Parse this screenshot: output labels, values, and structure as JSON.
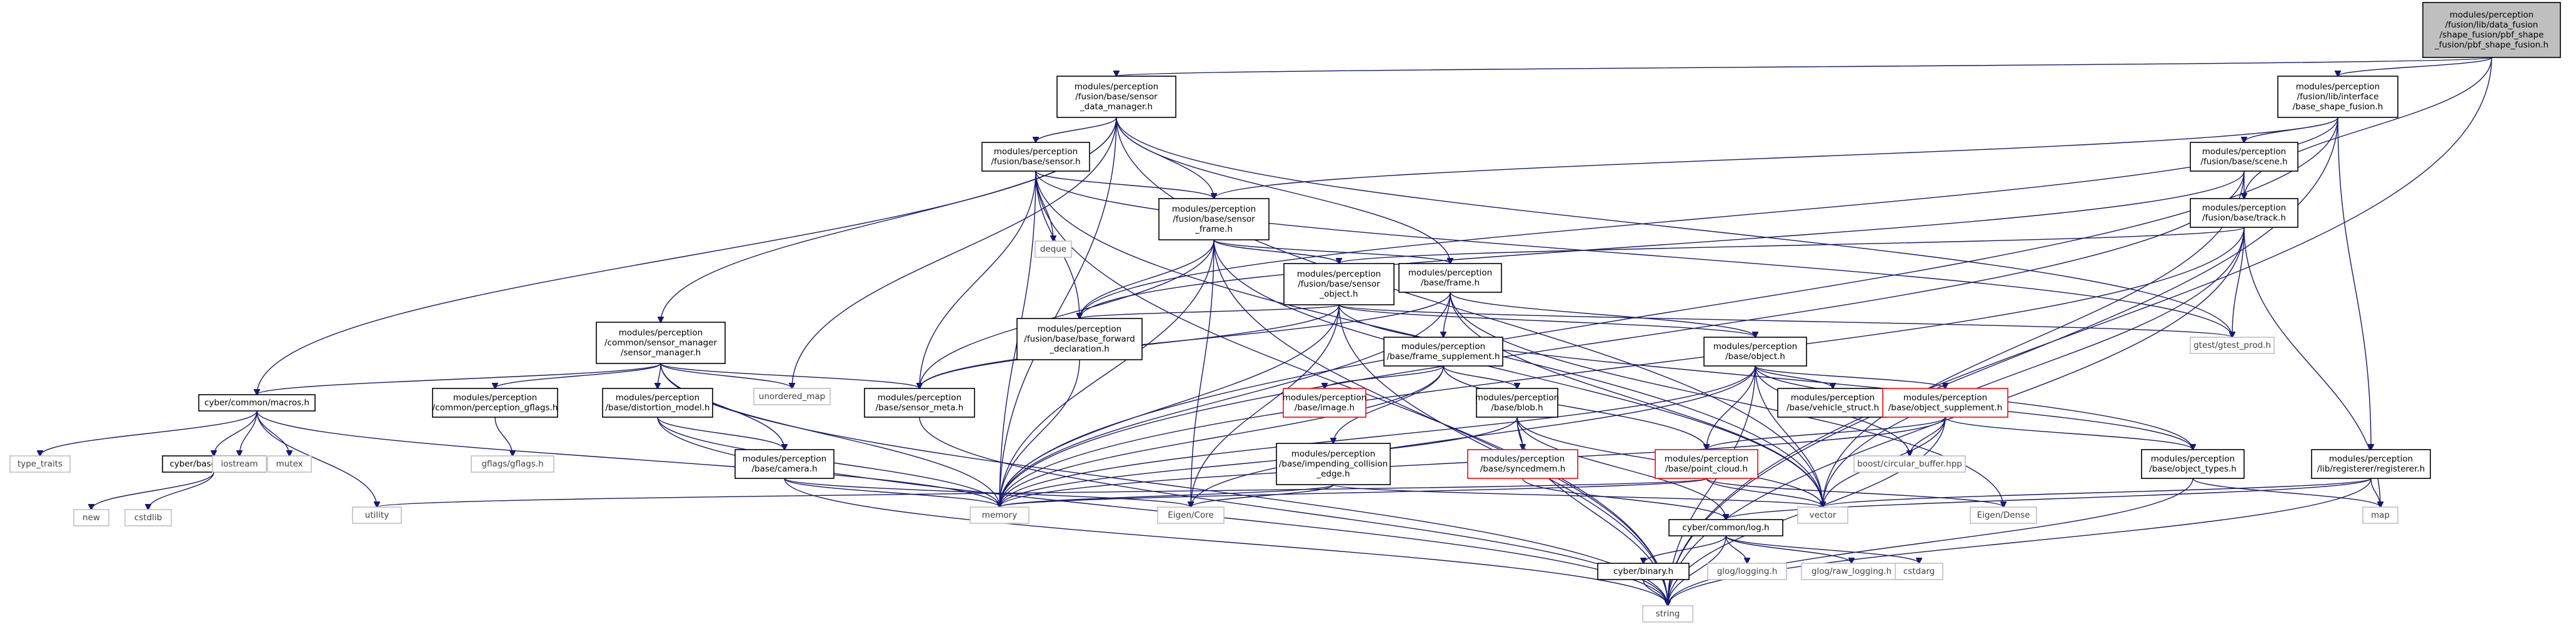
{
  "colors": {
    "edge": "#191970",
    "box_border": "#000000",
    "focus_fill": "#bfbfbf",
    "red_border": "#ff0000",
    "system_border": "#bfbfbf"
  },
  "nodes": [
    {
      "id": "root",
      "lines": [
        "modules/perception",
        "/fusion/lib/data_fusion",
        "/shape_fusion/pbf_shape",
        "_fusion/pbf_shape_fusion.h"
      ],
      "style": "focus"
    },
    {
      "id": "sdm",
      "lines": [
        "modules/perception",
        "/fusion/base/sensor",
        "_data_manager.h"
      ],
      "style": "normal"
    },
    {
      "id": "bsf",
      "lines": [
        "modules/perception",
        "/fusion/lib/interface",
        "/base_shape_fusion.h"
      ],
      "style": "normal"
    },
    {
      "id": "sensor",
      "lines": [
        "modules/perception",
        "/fusion/base/sensor.h"
      ],
      "style": "normal"
    },
    {
      "id": "scene",
      "lines": [
        "modules/perception",
        "/fusion/base/scene.h"
      ],
      "style": "normal"
    },
    {
      "id": "track",
      "lines": [
        "modules/perception",
        "/fusion/base/track.h"
      ],
      "style": "normal"
    },
    {
      "id": "sframe",
      "lines": [
        "modules/perception",
        "/fusion/base/sensor",
        "_frame.h"
      ],
      "style": "normal"
    },
    {
      "id": "deque",
      "lines": [
        "deque"
      ],
      "style": "sys"
    },
    {
      "id": "sobject",
      "lines": [
        "modules/perception",
        "/fusion/base/sensor",
        "_object.h"
      ],
      "style": "normal"
    },
    {
      "id": "frame",
      "lines": [
        "modules/perception",
        "/base/frame.h"
      ],
      "style": "normal"
    },
    {
      "id": "bfd",
      "lines": [
        "modules/perception",
        "/fusion/base/base_forward",
        "_declaration.h"
      ],
      "style": "normal"
    },
    {
      "id": "smgr",
      "lines": [
        "modules/perception",
        "/common/sensor_manager",
        "/sensor_manager.h"
      ],
      "style": "normal"
    },
    {
      "id": "umap",
      "lines": [
        "unordered_map"
      ],
      "style": "sys"
    },
    {
      "id": "fsupp",
      "lines": [
        "modules/perception",
        "/base/frame_supplement.h"
      ],
      "style": "normal"
    },
    {
      "id": "object",
      "lines": [
        "modules/perception",
        "/base/object.h"
      ],
      "style": "normal"
    },
    {
      "id": "gtest",
      "lines": [
        "gtest/gtest_prod.h"
      ],
      "style": "sys"
    },
    {
      "id": "macros",
      "lines": [
        "cyber/common/macros.h"
      ],
      "style": "normal"
    },
    {
      "id": "gflags",
      "lines": [
        "modules/perception",
        "/common/perception_gflags.h"
      ],
      "style": "normal"
    },
    {
      "id": "distm",
      "lines": [
        "modules/perception",
        "/base/distortion_model.h"
      ],
      "style": "normal"
    },
    {
      "id": "smeta",
      "lines": [
        "modules/perception",
        "/base/sensor_meta.h"
      ],
      "style": "normal"
    },
    {
      "id": "image",
      "lines": [
        "modules/perception",
        "/base/image.h"
      ],
      "style": "red"
    },
    {
      "id": "blob",
      "lines": [
        "modules/perception",
        "/base/blob.h"
      ],
      "style": "normal"
    },
    {
      "id": "vstruct",
      "lines": [
        "modules/perception",
        "/base/vehicle_struct.h"
      ],
      "style": "normal"
    },
    {
      "id": "osupp",
      "lines": [
        "modules/perception",
        "/base/object_supplement.h"
      ],
      "style": "red"
    },
    {
      "id": "typetraits",
      "lines": [
        "type_traits"
      ],
      "style": "sys"
    },
    {
      "id": "cbmacros",
      "lines": [
        "cyber/base/macros.h"
      ],
      "style": "normal"
    },
    {
      "id": "iostream",
      "lines": [
        "iostream"
      ],
      "style": "sys"
    },
    {
      "id": "mutex",
      "lines": [
        "mutex"
      ],
      "style": "sys"
    },
    {
      "id": "gflagsh",
      "lines": [
        "gflags/gflags.h"
      ],
      "style": "sys"
    },
    {
      "id": "camera",
      "lines": [
        "modules/perception",
        "/base/camera.h"
      ],
      "style": "normal"
    },
    {
      "id": "impend",
      "lines": [
        "modules/perception",
        "/base/impending_collision",
        "_edge.h"
      ],
      "style": "normal"
    },
    {
      "id": "syncmem",
      "lines": [
        "modules/perception",
        "/base/syncedmem.h"
      ],
      "style": "red"
    },
    {
      "id": "pcloud",
      "lines": [
        "modules/perception",
        "/base/point_cloud.h"
      ],
      "style": "red"
    },
    {
      "id": "cbuf",
      "lines": [
        "boost/circular_buffer.hpp"
      ],
      "style": "sys"
    },
    {
      "id": "otypes",
      "lines": [
        "modules/perception",
        "/base/object_types.h"
      ],
      "style": "normal"
    },
    {
      "id": "registerer",
      "lines": [
        "modules/perception",
        "/lib/registerer/registerer.h"
      ],
      "style": "normal"
    },
    {
      "id": "new",
      "lines": [
        "new"
      ],
      "style": "sys"
    },
    {
      "id": "cstdlib",
      "lines": [
        "cstdlib"
      ],
      "style": "sys"
    },
    {
      "id": "utility",
      "lines": [
        "utility"
      ],
      "style": "sys"
    },
    {
      "id": "memory",
      "lines": [
        "memory"
      ],
      "style": "sys"
    },
    {
      "id": "eigencore",
      "lines": [
        "Eigen/Core"
      ],
      "style": "sys"
    },
    {
      "id": "vector",
      "lines": [
        "vector"
      ],
      "style": "sys"
    },
    {
      "id": "eigendense",
      "lines": [
        "Eigen/Dense"
      ],
      "style": "sys"
    },
    {
      "id": "map",
      "lines": [
        "map"
      ],
      "style": "sys"
    },
    {
      "id": "log",
      "lines": [
        "cyber/common/log.h"
      ],
      "style": "normal"
    },
    {
      "id": "binary",
      "lines": [
        "cyber/binary.h"
      ],
      "style": "normal"
    },
    {
      "id": "glog",
      "lines": [
        "glog/logging.h"
      ],
      "style": "sys"
    },
    {
      "id": "glograw",
      "lines": [
        "glog/raw_logging.h"
      ],
      "style": "sys"
    },
    {
      "id": "cstdarg",
      "lines": [
        "cstdarg"
      ],
      "style": "sys"
    },
    {
      "id": "string",
      "lines": [
        "string"
      ],
      "style": "sys"
    }
  ],
  "edges": [
    [
      "root",
      "sdm"
    ],
    [
      "root",
      "bsf"
    ],
    [
      "root",
      "track"
    ],
    [
      "root",
      "string"
    ],
    [
      "sdm",
      "sensor"
    ],
    [
      "sdm",
      "sframe"
    ],
    [
      "sdm",
      "frame"
    ],
    [
      "sdm",
      "macros"
    ],
    [
      "sdm",
      "smgr"
    ],
    [
      "sdm",
      "umap"
    ],
    [
      "sdm",
      "memory"
    ],
    [
      "sdm",
      "gtest"
    ],
    [
      "sdm",
      "vector"
    ],
    [
      "bsf",
      "scene"
    ],
    [
      "bsf",
      "sframe"
    ],
    [
      "bsf",
      "registerer"
    ],
    [
      "bsf",
      "string"
    ],
    [
      "bsf",
      "bfd"
    ],
    [
      "bsf",
      "memory"
    ],
    [
      "sensor",
      "sframe"
    ],
    [
      "sensor",
      "deque"
    ],
    [
      "sensor",
      "bfd"
    ],
    [
      "sensor",
      "smeta"
    ],
    [
      "sensor",
      "memory"
    ],
    [
      "sensor",
      "string"
    ],
    [
      "sensor",
      "vector"
    ],
    [
      "sensor",
      "gtest"
    ],
    [
      "scene",
      "track"
    ],
    [
      "scene",
      "bfd"
    ],
    [
      "scene",
      "vector"
    ],
    [
      "scene",
      "memory"
    ],
    [
      "track",
      "sobject"
    ],
    [
      "track",
      "gtest"
    ],
    [
      "track",
      "map"
    ],
    [
      "track",
      "string"
    ],
    [
      "track",
      "vector"
    ],
    [
      "track",
      "memory"
    ],
    [
      "sframe",
      "sobject"
    ],
    [
      "sframe",
      "frame"
    ],
    [
      "sframe",
      "bfd"
    ],
    [
      "sframe",
      "smeta"
    ],
    [
      "sframe",
      "memory"
    ],
    [
      "sframe",
      "eigencore"
    ],
    [
      "sframe",
      "string"
    ],
    [
      "sframe",
      "vector"
    ],
    [
      "sobject",
      "bfd"
    ],
    [
      "sobject",
      "object"
    ],
    [
      "sobject",
      "smeta"
    ],
    [
      "sobject",
      "eigencore"
    ],
    [
      "sobject",
      "memory"
    ],
    [
      "sobject",
      "string"
    ],
    [
      "sobject",
      "gtest"
    ],
    [
      "sobject",
      "otypes"
    ],
    [
      "frame",
      "fsupp"
    ],
    [
      "frame",
      "object"
    ],
    [
      "frame",
      "smeta"
    ],
    [
      "frame",
      "memory"
    ],
    [
      "frame",
      "vector"
    ],
    [
      "frame",
      "eigendense"
    ],
    [
      "bfd",
      "memory"
    ],
    [
      "smgr",
      "macros"
    ],
    [
      "smgr",
      "gflags"
    ],
    [
      "smgr",
      "distm"
    ],
    [
      "smgr",
      "smeta"
    ],
    [
      "smgr",
      "camera"
    ],
    [
      "smgr",
      "umap"
    ],
    [
      "smgr",
      "memory"
    ],
    [
      "smgr",
      "string"
    ],
    [
      "fsupp",
      "image"
    ],
    [
      "fsupp",
      "blob"
    ],
    [
      "fsupp",
      "impend"
    ],
    [
      "fsupp",
      "pcloud"
    ],
    [
      "fsupp",
      "memory"
    ],
    [
      "object",
      "vstruct"
    ],
    [
      "object",
      "osupp"
    ],
    [
      "object",
      "pcloud"
    ],
    [
      "object",
      "cbuf"
    ],
    [
      "object",
      "otypes"
    ],
    [
      "object",
      "eigencore"
    ],
    [
      "object",
      "vector"
    ],
    [
      "object",
      "memory"
    ],
    [
      "object",
      "string"
    ],
    [
      "macros",
      "typetraits"
    ],
    [
      "macros",
      "cbmacros"
    ],
    [
      "macros",
      "iostream"
    ],
    [
      "macros",
      "mutex"
    ],
    [
      "macros",
      "utility"
    ],
    [
      "macros",
      "memory"
    ],
    [
      "gflags",
      "gflagsh"
    ],
    [
      "distm",
      "camera"
    ],
    [
      "distm",
      "memory"
    ],
    [
      "distm",
      "string"
    ],
    [
      "smeta",
      "string"
    ],
    [
      "blob",
      "syncmem"
    ],
    [
      "blob",
      "log"
    ],
    [
      "blob",
      "memory"
    ],
    [
      "blob",
      "vector"
    ],
    [
      "blob",
      "string"
    ],
    [
      "osupp",
      "pcloud"
    ],
    [
      "osupp",
      "cbuf"
    ],
    [
      "osupp",
      "otypes"
    ],
    [
      "osupp",
      "vector"
    ],
    [
      "osupp",
      "memory"
    ],
    [
      "osupp",
      "string"
    ],
    [
      "cbmacros",
      "new"
    ],
    [
      "cbmacros",
      "cstdlib"
    ],
    [
      "camera",
      "eigencore"
    ],
    [
      "camera",
      "memory"
    ],
    [
      "camera",
      "string"
    ],
    [
      "impend",
      "eigencore"
    ],
    [
      "impend",
      "memory"
    ],
    [
      "impend",
      "vector"
    ],
    [
      "syncmem",
      "log"
    ],
    [
      "pcloud",
      "memory"
    ],
    [
      "pcloud",
      "vector"
    ],
    [
      "pcloud",
      "utility"
    ],
    [
      "pcloud",
      "eigendense"
    ],
    [
      "otypes",
      "map"
    ],
    [
      "otypes",
      "string"
    ],
    [
      "registerer",
      "map"
    ],
    [
      "registerer",
      "vector"
    ],
    [
      "registerer",
      "string"
    ],
    [
      "registerer",
      "log"
    ],
    [
      "log",
      "binary"
    ],
    [
      "log",
      "glog"
    ],
    [
      "log",
      "glograw"
    ],
    [
      "log",
      "cstdarg"
    ],
    [
      "log",
      "string"
    ],
    [
      "binary",
      "string"
    ]
  ]
}
